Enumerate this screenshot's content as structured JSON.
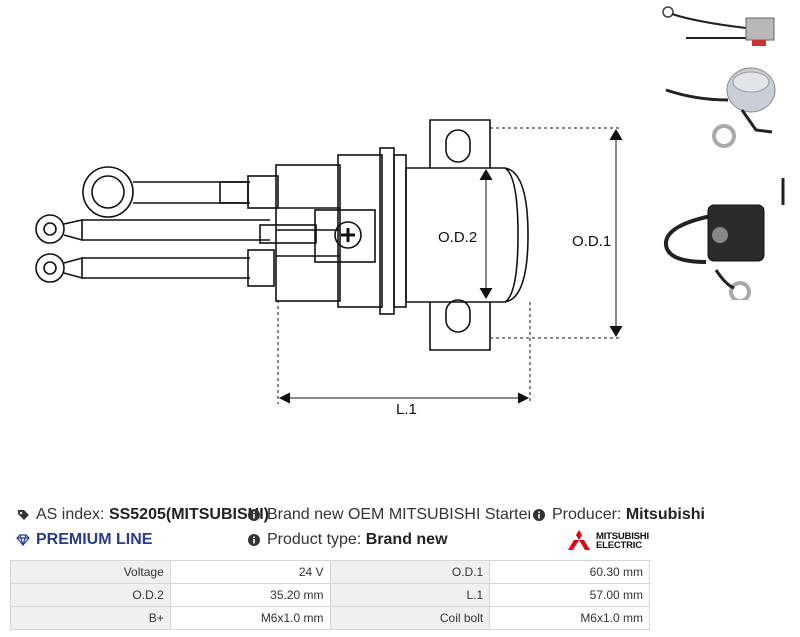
{
  "drawing": {
    "labels": {
      "od2": "O.D.2",
      "od1": "O.D.1",
      "l1": "L.1"
    }
  },
  "info": {
    "as_index_label": "AS index:",
    "as_index_value": "SS5205(MITSUBISHI)",
    "premium_label": "PREMIUM LINE",
    "description": "Brand new OEM MITSUBISHI Starter motor safety switch",
    "product_type_label": "Product type:",
    "product_type_value": "Brand new",
    "producer_label": "Producer:",
    "producer_value": "Mitsubishi",
    "logo_line1": "MITSUBISHI",
    "logo_line2": "ELECTRIC"
  },
  "params": [
    {
      "k1": "Voltage",
      "v1": "24 V",
      "k2": "O.D.1",
      "v2": "60.30 mm"
    },
    {
      "k1": "O.D.2",
      "v1": "35.20 mm",
      "k2": "L.1",
      "v2": "57.00 mm"
    },
    {
      "k1": "B+",
      "v1": "M6x1.0 mm",
      "k2": "Coil bolt",
      "v2": "M6x1.0 mm"
    }
  ],
  "colors": {
    "accent": "#2a3c8f",
    "logo_red": "#e60012",
    "header_bg": "#f0f0f0"
  },
  "icons": [
    "tag-icon",
    "diamond-icon",
    "info-icon",
    "mitsubishi-logo-icon"
  ]
}
